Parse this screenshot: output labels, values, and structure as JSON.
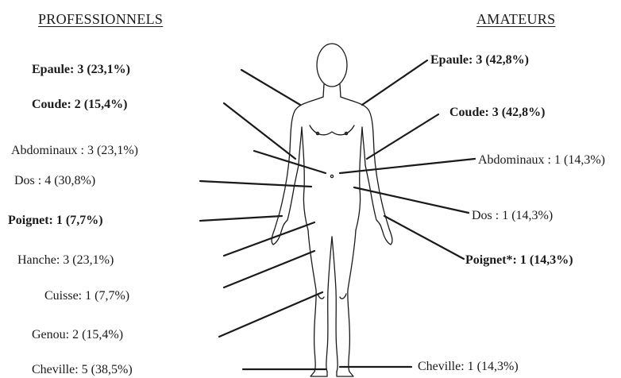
{
  "headers": {
    "left": "PROFESSIONNELS",
    "right": "AMATEURS"
  },
  "professionnels": [
    {
      "label": "Epaule: 3 (23,1%)",
      "bold": true
    },
    {
      "label": "Coude: 2 (15,4%)",
      "bold": true
    },
    {
      "label": "Abdominaux : 3 (23,1%)",
      "bold": false
    },
    {
      "label": "Dos : 4 (30,8%)",
      "bold": false
    },
    {
      "label": "Poignet: 1 (7,7%)",
      "bold": true
    },
    {
      "label": "Hanche: 3 (23,1%)",
      "bold": false
    },
    {
      "label": "Cuisse: 1 (7,7%)",
      "bold": false
    },
    {
      "label": "Genou: 2 (15,4%)",
      "bold": false
    },
    {
      "label": "Cheville: 5 (38,5%)",
      "bold": false
    }
  ],
  "amateurs": [
    {
      "label": "Epaule: 3 (42,8%)",
      "bold": true
    },
    {
      "label": "Coude: 3 (42,8%)",
      "bold": true
    },
    {
      "label": "Abdominaux : 1 (14,3%)",
      "bold": false
    },
    {
      "label": "Dos : 1 (14,3%)",
      "bold": false
    },
    {
      "label": "Poignet*: 1 (14,3%)",
      "bold": true
    },
    {
      "label": "Cheville: 1 (14,3%)",
      "bold": false
    }
  ]
}
